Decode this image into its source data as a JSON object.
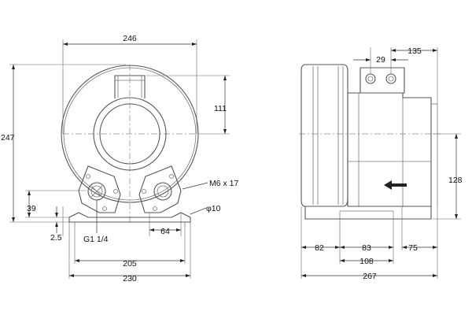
{
  "front_view": {
    "dims": {
      "overall_width": "246",
      "outlet_height": "111",
      "overall_height": "247",
      "foot_height": "39",
      "foot_thickness": "2.5",
      "thread": "G1 1/4",
      "bolt": "M6 x 17",
      "hole_diameter": "φ10",
      "foot_spacing": "64",
      "mount_width": "205",
      "base_width": "230"
    }
  },
  "side_view": {
    "dims": {
      "port_spacing": "29",
      "port_offset": "135",
      "center_height": "128",
      "front_depth": "82",
      "mid_depth": "83",
      "rear_depth": "75",
      "foot_depth": "108",
      "overall_depth": "267"
    }
  }
}
